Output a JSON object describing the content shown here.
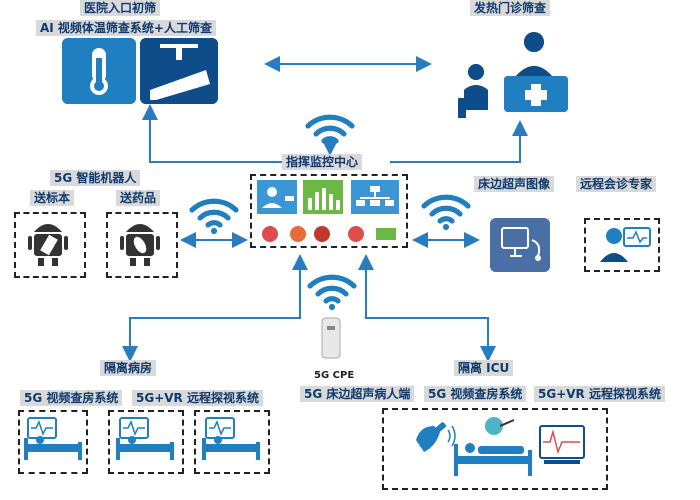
{
  "labels": {
    "hospital_entrance": "医院入口初筛",
    "ai_screening": "AI 视频体温筛查系统+人工筛查",
    "fever_clinic": "发热门诊筛查",
    "command_center": "指挥监控中心",
    "robot": "5G 智能机器人",
    "send_specimen": "送标本",
    "send_medicine": "送药品",
    "bedside_ultrasound_image": "床边超声图像",
    "remote_consult": "远程会诊专家",
    "isolation_ward": "隔离病房",
    "ward_round_left": "5G 视频查房系统",
    "vr_visit_left": "5G+VR 远程探视系统",
    "isolation_icu": "隔离 ICU",
    "bedside_ultrasound_patient": "5G 床边超声病人端",
    "ward_round_right": "5G 视频查房系统",
    "vr_visit_right": "5G+VR 远程探视系统",
    "cpe": "5G CPE"
  },
  "colors": {
    "blue": "#1f7fc0",
    "dark_blue": "#0f4d8a",
    "arrow": "#2a7cc0",
    "panel_green": "#6bb944",
    "panel_blue": "#3a96d4"
  }
}
